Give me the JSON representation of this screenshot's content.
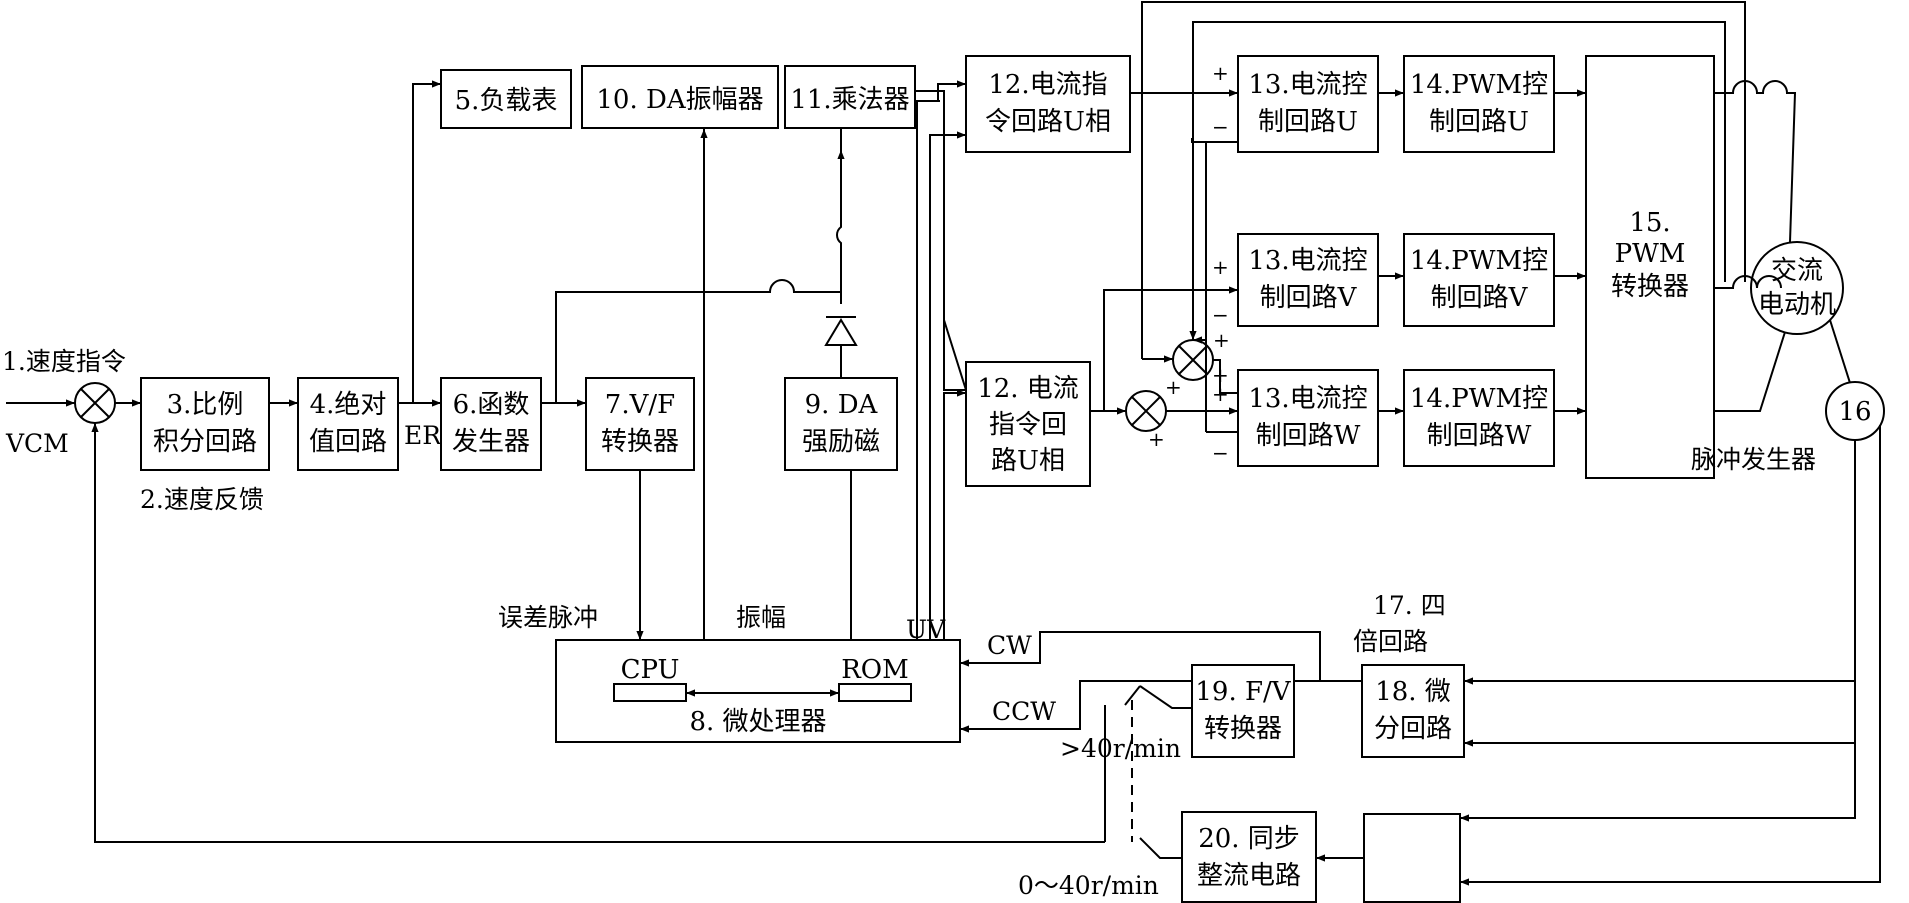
{
  "blocks": {
    "b3": [
      "3.比例",
      "积分回路"
    ],
    "b4": [
      "4.绝对",
      "值回路"
    ],
    "b5": [
      "5.负载表"
    ],
    "b6": [
      "6.函数",
      "发生器"
    ],
    "b7": [
      "7.V/F",
      "转换器"
    ],
    "b8": [
      "8. 微处理器"
    ],
    "b9": [
      "9. DA",
      "强励磁"
    ],
    "b10": [
      "10. DA振幅器"
    ],
    "b11": [
      "11.乘法器"
    ],
    "b12u": [
      "12.电流指",
      "令回路U相"
    ],
    "b12w": [
      "12. 电流",
      "指令回",
      "路U相"
    ],
    "b13u": [
      "13.电流控",
      "制回路U"
    ],
    "b13v": [
      "13.电流控",
      "制回路V"
    ],
    "b13w": [
      "13.电流控",
      "制回路W"
    ],
    "b14u": [
      "14.PWM控",
      "制回路U"
    ],
    "b14v": [
      "14.PWM控",
      "制回路V"
    ],
    "b14w": [
      "14.PWM控",
      "制回路W"
    ],
    "b15": [
      "15.",
      "PWM",
      "转换器"
    ],
    "b18": [
      "18. 微",
      "分回路"
    ],
    "b19": [
      "19. F/V",
      "转换器"
    ],
    "b20": [
      "20. 同步",
      "整流电路"
    ],
    "motor": [
      "交流",
      "电动机"
    ],
    "pg": [
      "16"
    ],
    "cpu": "CPU",
    "rom": "ROM"
  },
  "labels": {
    "speed_cmd": "1.速度指令",
    "vcm": "VCM",
    "speed_fb": "2.速度反馈",
    "er": "ER",
    "pulse_gen": "脉冲发生器",
    "err_pulse": "误差脉冲",
    "amplitude": "振幅",
    "uv": "UV",
    "cw": "CW",
    "ccw": "CCW",
    "quad_l1": "17. 四",
    "quad_l2": "倍回路",
    "gt40": ">40r/min",
    "lt40": "0～40r/min"
  }
}
